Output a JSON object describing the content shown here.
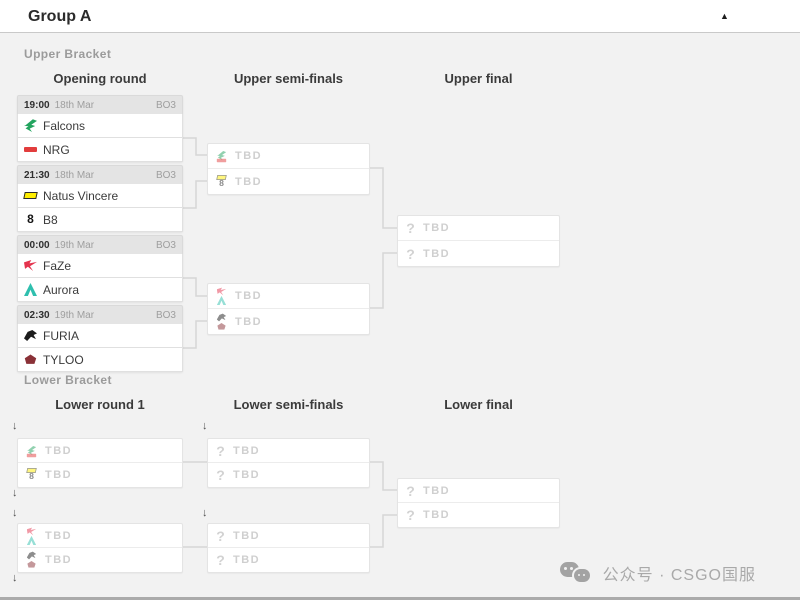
{
  "header": {
    "title": "Group A"
  },
  "icons": {
    "collapse": "▲",
    "drop_arrow": "↓",
    "question": "?"
  },
  "labels": {
    "upper_bracket": "Upper Bracket",
    "lower_bracket": "Lower Bracket",
    "tbd": "TBD"
  },
  "upper": {
    "columns": [
      "Opening round",
      "Upper semi-finals",
      "Upper final"
    ],
    "matches": [
      {
        "time": "19:00",
        "date": "18th Mar",
        "format": "BO3",
        "team1": "Falcons",
        "team2": "NRG"
      },
      {
        "time": "21:30",
        "date": "18th Mar",
        "format": "BO3",
        "team1": "Natus Vincere",
        "team2": "B8"
      },
      {
        "time": "00:00",
        "date": "19th Mar",
        "format": "BO3",
        "team1": "FaZe",
        "team2": "Aurora"
      },
      {
        "time": "02:30",
        "date": "19th Mar",
        "format": "BO3",
        "team1": "FURIA",
        "team2": "TYLOO"
      }
    ]
  },
  "lower": {
    "columns": [
      "Lower round 1",
      "Lower semi-finals",
      "Lower final"
    ]
  },
  "watermark": {
    "text": "公众号 · CSGO国服"
  },
  "colors": {
    "background": "#f2f2f2",
    "match_header": "#e4e4e4",
    "connector": "#d6d6d6",
    "tbd_text": "#cfcfcf",
    "watermark": "#a9a9a9",
    "falcons": "#23a45f",
    "nrg": "#e23d3d",
    "navi": "#ffee00",
    "b8": "#141414",
    "faze": "#e4344e",
    "aurora": "#2fbfae",
    "furia": "#1c1c1c",
    "tyloo": "#8a3137"
  }
}
